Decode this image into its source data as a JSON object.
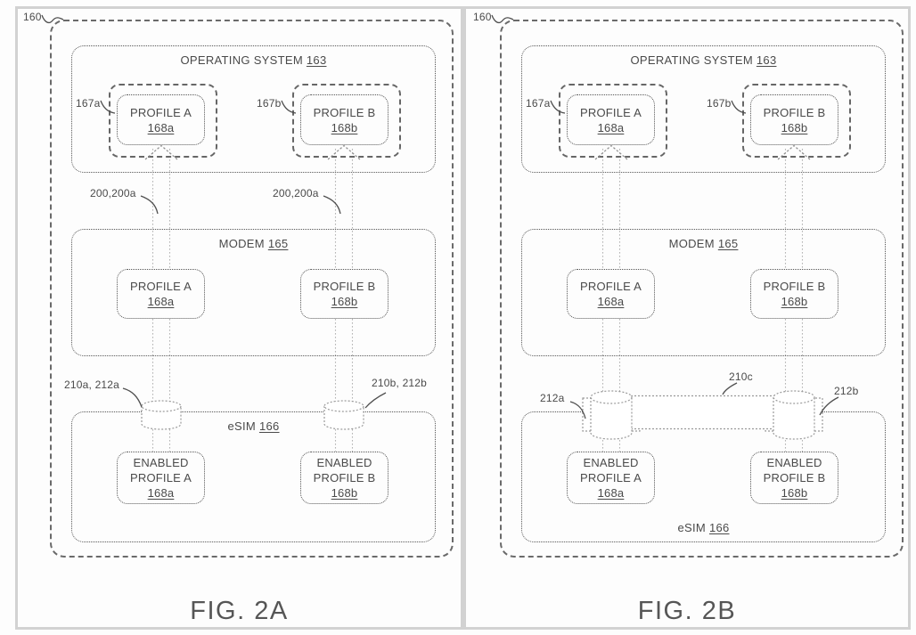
{
  "palette": {
    "line_color": "#555555",
    "dash_color": "#666666",
    "pipe_color": "#b0b0b0",
    "frame_color": "#d2d2d2",
    "text_color": "#4a4a4a"
  },
  "fig2a": {
    "device_ref": "160",
    "os": {
      "title": "OPERATING SYSTEM",
      "ref": "163"
    },
    "os_profile_a": {
      "container_ref": "167a",
      "label": "PROFILE A",
      "ref": "168a"
    },
    "os_profile_b": {
      "container_ref": "167b",
      "label": "PROFILE B",
      "ref": "168b"
    },
    "link_label_a": "200,200a",
    "link_label_b": "200,200a",
    "modem": {
      "title": "MODEM",
      "ref": "165"
    },
    "modem_profile_a": {
      "label": "PROFILE A",
      "ref": "168a"
    },
    "modem_profile_b": {
      "label": "PROFILE B",
      "ref": "168b"
    },
    "esim": {
      "title": "eSIM",
      "ref": "166"
    },
    "enabled_profile_a": {
      "label": "ENABLED PROFILE A",
      "ref": "168a"
    },
    "enabled_profile_b": {
      "label": "ENABLED PROFILE B",
      "ref": "168b"
    },
    "connector_label_left": "210a, 212a",
    "connector_label_right": "210b, 212b",
    "caption": "FIG. 2A"
  },
  "fig2b": {
    "device_ref": "160",
    "os": {
      "title": "OPERATING SYSTEM",
      "ref": "163"
    },
    "os_profile_a": {
      "container_ref": "167a",
      "label": "PROFILE A",
      "ref": "168a"
    },
    "os_profile_b": {
      "container_ref": "167b",
      "label": "PROFILE B",
      "ref": "168b"
    },
    "modem": {
      "title": "MODEM",
      "ref": "165"
    },
    "modem_profile_a": {
      "label": "PROFILE A",
      "ref": "168a"
    },
    "modem_profile_b": {
      "label": "PROFILE B",
      "ref": "168b"
    },
    "esim": {
      "title": "eSIM",
      "ref": "166"
    },
    "enabled_profile_a": {
      "label": "ENABLED PROFILE A",
      "ref": "168a"
    },
    "enabled_profile_b": {
      "label": "ENABLED PROFILE B",
      "ref": "168b"
    },
    "connector_label_left": "212a",
    "connector_label_middle": "210c",
    "connector_label_right": "212b",
    "caption": "FIG. 2B"
  }
}
